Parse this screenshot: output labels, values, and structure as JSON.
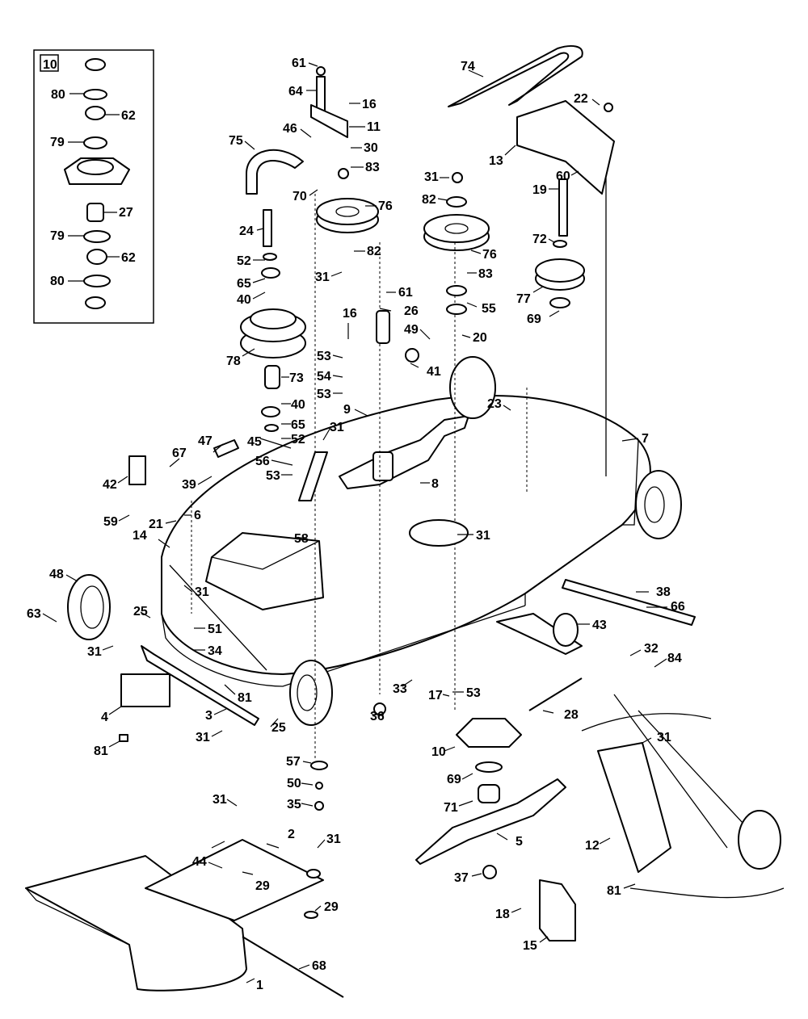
{
  "inset": {
    "tag": "10"
  },
  "labels": [
    {
      "id": "c1",
      "text": "10"
    },
    {
      "id": "c2",
      "text": "80"
    },
    {
      "id": "c3",
      "text": "62"
    },
    {
      "id": "c4",
      "text": "79"
    },
    {
      "id": "c5",
      "text": "27"
    },
    {
      "id": "c6",
      "text": "79"
    },
    {
      "id": "c7",
      "text": "62"
    },
    {
      "id": "c8",
      "text": "80"
    },
    {
      "id": "c9",
      "text": "61"
    },
    {
      "id": "c10",
      "text": "64"
    },
    {
      "id": "c11",
      "text": "16"
    },
    {
      "id": "c12",
      "text": "11"
    },
    {
      "id": "c13",
      "text": "46"
    },
    {
      "id": "c14",
      "text": "30"
    },
    {
      "id": "c15",
      "text": "83"
    },
    {
      "id": "c16",
      "text": "75"
    },
    {
      "id": "c17",
      "text": "70"
    },
    {
      "id": "c18",
      "text": "76"
    },
    {
      "id": "c19",
      "text": "24"
    },
    {
      "id": "c20",
      "text": "82"
    },
    {
      "id": "c21",
      "text": "52"
    },
    {
      "id": "c22",
      "text": "31"
    },
    {
      "id": "c23",
      "text": "65"
    },
    {
      "id": "c24",
      "text": "40"
    },
    {
      "id": "c25",
      "text": "78"
    },
    {
      "id": "c26",
      "text": "73"
    },
    {
      "id": "c27",
      "text": "40"
    },
    {
      "id": "c28",
      "text": "65"
    },
    {
      "id": "c29",
      "text": "52"
    },
    {
      "id": "c30",
      "text": "74"
    },
    {
      "id": "c31",
      "text": "22"
    },
    {
      "id": "c32",
      "text": "13"
    },
    {
      "id": "c33",
      "text": "31"
    },
    {
      "id": "c34",
      "text": "82"
    },
    {
      "id": "c35",
      "text": "60"
    },
    {
      "id": "c36",
      "text": "76"
    },
    {
      "id": "c37",
      "text": "19"
    },
    {
      "id": "c38",
      "text": "83"
    },
    {
      "id": "c39",
      "text": "72"
    },
    {
      "id": "c40",
      "text": "55"
    },
    {
      "id": "c41",
      "text": "77"
    },
    {
      "id": "c42",
      "text": "69"
    },
    {
      "id": "c43",
      "text": "61"
    },
    {
      "id": "c44",
      "text": "26"
    },
    {
      "id": "c45",
      "text": "16"
    },
    {
      "id": "c46",
      "text": "49"
    },
    {
      "id": "c47",
      "text": "20"
    },
    {
      "id": "c48",
      "text": "53"
    },
    {
      "id": "c49",
      "text": "41"
    },
    {
      "id": "c50",
      "text": "54"
    },
    {
      "id": "c51",
      "text": "53"
    },
    {
      "id": "c52",
      "text": "23"
    },
    {
      "id": "c53",
      "text": "9"
    },
    {
      "id": "c54",
      "text": "7"
    },
    {
      "id": "c55",
      "text": "31"
    },
    {
      "id": "c56",
      "text": "47"
    },
    {
      "id": "c57",
      "text": "45"
    },
    {
      "id": "c58",
      "text": "67"
    },
    {
      "id": "c59",
      "text": "56"
    },
    {
      "id": "c60",
      "text": "42"
    },
    {
      "id": "c61",
      "text": "39"
    },
    {
      "id": "c62",
      "text": "53"
    },
    {
      "id": "c63",
      "text": "8"
    },
    {
      "id": "c64",
      "text": "59"
    },
    {
      "id": "c65",
      "text": "21"
    },
    {
      "id": "c66",
      "text": "6"
    },
    {
      "id": "c67",
      "text": "14"
    },
    {
      "id": "c68",
      "text": "58"
    },
    {
      "id": "c69",
      "text": "31"
    },
    {
      "id": "c70",
      "text": "48"
    },
    {
      "id": "c71",
      "text": "31"
    },
    {
      "id": "c72",
      "text": "38"
    },
    {
      "id": "c73",
      "text": "66"
    },
    {
      "id": "c74",
      "text": "63"
    },
    {
      "id": "c75",
      "text": "25"
    },
    {
      "id": "c76",
      "text": "43"
    },
    {
      "id": "c77",
      "text": "31"
    },
    {
      "id": "c78",
      "text": "51"
    },
    {
      "id": "c79",
      "text": "34"
    },
    {
      "id": "c80",
      "text": "32"
    },
    {
      "id": "c81",
      "text": "84"
    },
    {
      "id": "c82",
      "text": "81"
    },
    {
      "id": "c83",
      "text": "33"
    },
    {
      "id": "c84",
      "text": "53"
    },
    {
      "id": "c85",
      "text": "4"
    },
    {
      "id": "c86",
      "text": "17"
    },
    {
      "id": "c87",
      "text": "36"
    },
    {
      "id": "c88",
      "text": "28"
    },
    {
      "id": "c89",
      "text": "3"
    },
    {
      "id": "c90",
      "text": "25"
    },
    {
      "id": "c91",
      "text": "31"
    },
    {
      "id": "c92",
      "text": "81"
    },
    {
      "id": "c93",
      "text": "10"
    },
    {
      "id": "c94",
      "text": "57"
    },
    {
      "id": "c95",
      "text": "69"
    },
    {
      "id": "c96",
      "text": "31"
    },
    {
      "id": "c97",
      "text": "50"
    },
    {
      "id": "c98",
      "text": "71"
    },
    {
      "id": "c99",
      "text": "35"
    },
    {
      "id": "c100",
      "text": "31"
    },
    {
      "id": "c101",
      "text": "2"
    },
    {
      "id": "c102",
      "text": "31"
    },
    {
      "id": "c103",
      "text": "5"
    },
    {
      "id": "c104",
      "text": "12"
    },
    {
      "id": "c105",
      "text": "44"
    },
    {
      "id": "c106",
      "text": "29"
    },
    {
      "id": "c107",
      "text": "37"
    },
    {
      "id": "c108",
      "text": "81"
    },
    {
      "id": "c109",
      "text": "29"
    },
    {
      "id": "c110",
      "text": "18"
    },
    {
      "id": "c111",
      "text": "15"
    },
    {
      "id": "c112",
      "text": "68"
    },
    {
      "id": "c113",
      "text": "1"
    }
  ]
}
